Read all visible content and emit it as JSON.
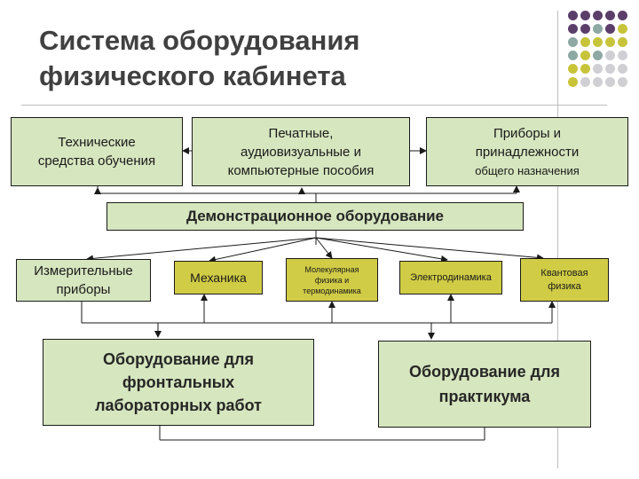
{
  "title": {
    "line1": "Система оборудования",
    "line2": "физического кабинета"
  },
  "colors": {
    "box_green": "#d6e6bf",
    "box_olive": "#d1cc45",
    "line": "#1a1a1a",
    "dot_purple": "#5b3f6a",
    "dot_teal": "#8ea8a3",
    "dot_yellow": "#c8c43a",
    "dot_gray": "#cfcfd4"
  },
  "decor_dot_colors": [
    [
      "#5b3f6a",
      "#5b3f6a",
      "#5b3f6a",
      "#5b3f6a",
      "#5b3f6a"
    ],
    [
      "#5b3f6a",
      "#5b3f6a",
      "#8ea8a3",
      "#5b3f6a",
      "#c8c43a"
    ],
    [
      "#8ea8a3",
      "#c8c43a",
      "#c8c43a",
      "#c8c43a",
      "#c8c43a"
    ],
    [
      "#8ea8a3",
      "#c8c43a",
      "#8ea8a3",
      "#cfcfd4",
      "#cfcfd4"
    ],
    [
      "#c8c43a",
      "#c8c43a",
      "#cfcfd4",
      "#cfcfd4",
      "#cfcfd4"
    ],
    [
      "#c8c43a",
      "#cfcfd4",
      "#cfcfd4",
      "#cfcfd4",
      "#cfcfd4"
    ]
  ],
  "boxes": {
    "tech": {
      "line1": "Технические",
      "line2": "средства обучения"
    },
    "print": {
      "line1": "Печатные,",
      "line2": "аудиовизуальные и",
      "line3": "компьютерные пособия"
    },
    "general": {
      "line1": "Приборы и",
      "line2": "принадлежности",
      "line3": "общего назначения"
    },
    "demo": {
      "label": "Демонстрационное оборудование"
    },
    "measure": {
      "line1": "Измерительные",
      "line2": "приборы"
    },
    "mech": {
      "label": "Механика"
    },
    "molec": {
      "line1": "Молекулярная",
      "line2": "физика и",
      "line3": "термодинамика"
    },
    "electro": {
      "label": "Электродинамика"
    },
    "quantum": {
      "line1": "Квантовая",
      "line2": "физика"
    },
    "frontal": {
      "line1": "Оборудование для",
      "line2": "фронтальных",
      "line3": "лабораторных работ"
    },
    "practicum": {
      "line1": "Оборудование для",
      "line2": "практикума"
    }
  }
}
